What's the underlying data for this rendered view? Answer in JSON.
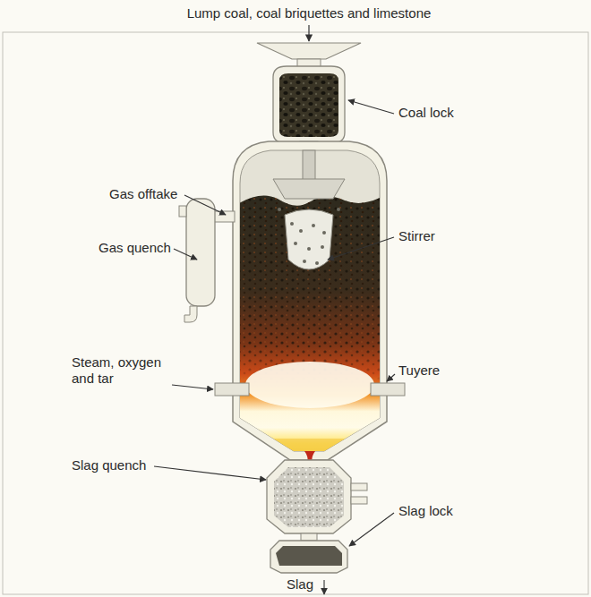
{
  "diagram": {
    "labels": [
      "Lump coal, coal briquettes and limestone",
      "Coal lock",
      "Gas offtake",
      "Stirrer",
      "Gas quench",
      "Steam, oxygen and tar",
      "Tuyere",
      "Slag quench",
      "Slag lock",
      "Slag"
    ]
  }
}
